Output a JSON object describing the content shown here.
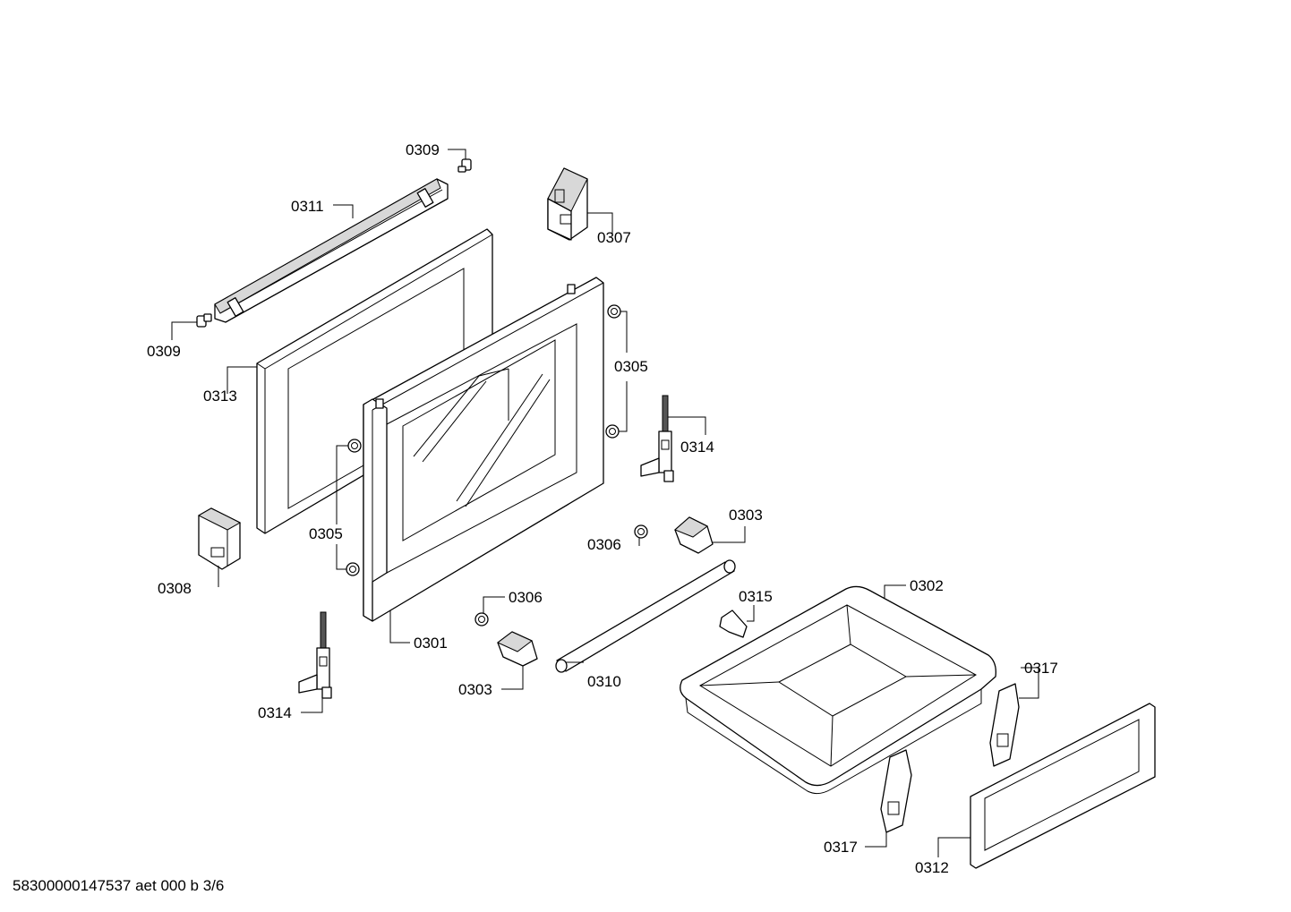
{
  "labels": {
    "l0309_top": "0309",
    "l0311": "0311",
    "l0307": "0307",
    "l0309_left": "0309",
    "l0313": "0313",
    "l0305_right": "0305",
    "l0314_right": "0314",
    "l0305_left": "0305",
    "l0303_top": "0303",
    "l0306_right": "0306",
    "l0308": "0308",
    "l0315": "0315",
    "l0302": "0302",
    "l0306_left": "0306",
    "l0301": "0301",
    "l0310": "0310",
    "l0303_bottom": "0303",
    "l0314_left": "0314",
    "l0317_right": "0317",
    "l0317_left": "0317",
    "l0312": "0312"
  },
  "footer": {
    "doc_id": "58300000147537 aet 000 b 3/6"
  }
}
